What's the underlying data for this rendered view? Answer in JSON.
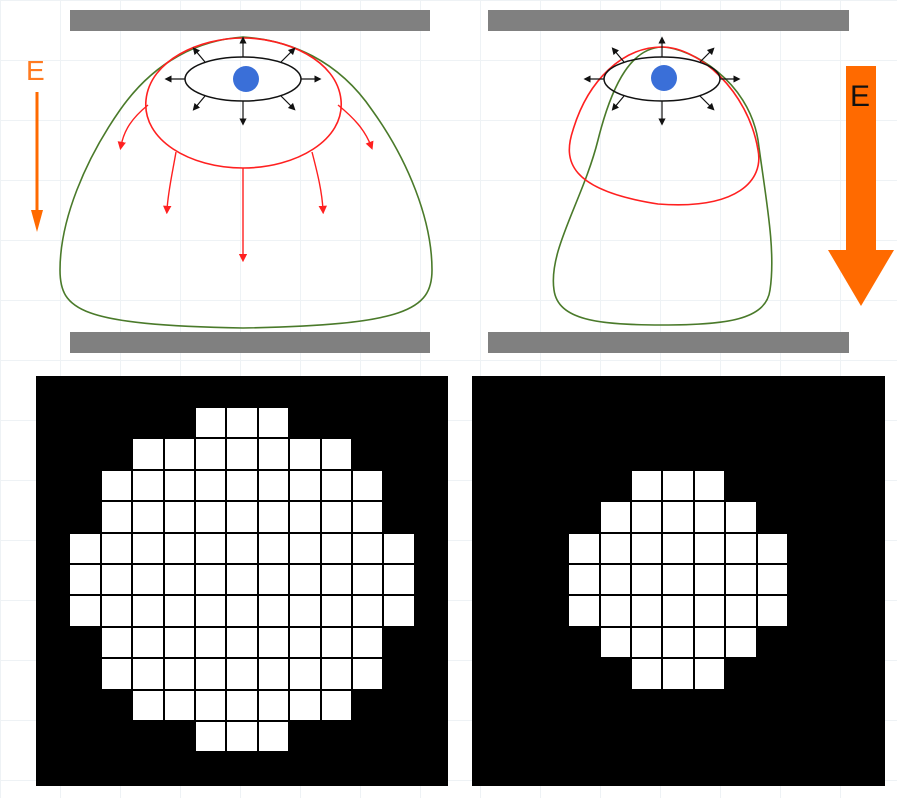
{
  "labels": {
    "field_small": "E",
    "field_large": "E"
  },
  "colors": {
    "electrode": "#808080",
    "droplet_outline": "#4a7a2a",
    "charge_region": "#ff3030",
    "particle": "#3a6fd8",
    "field_arrow": "#ff6a00",
    "flow_arrow_black": "#111111",
    "grid_on": "#ffffff",
    "grid_off": "#000000"
  },
  "pixel_grids": {
    "left_rows": [
      [
        0,
        0,
        0,
        0,
        0,
        1,
        1,
        1,
        0,
        0,
        0,
        0,
        0
      ],
      [
        0,
        0,
        0,
        1,
        1,
        1,
        1,
        1,
        1,
        1,
        0,
        0,
        0
      ],
      [
        0,
        0,
        1,
        1,
        1,
        1,
        1,
        1,
        1,
        1,
        1,
        0,
        0
      ],
      [
        0,
        0,
        1,
        1,
        1,
        1,
        1,
        1,
        1,
        1,
        1,
        0,
        0
      ],
      [
        0,
        1,
        1,
        1,
        1,
        1,
        1,
        1,
        1,
        1,
        1,
        1,
        0
      ],
      [
        0,
        1,
        1,
        1,
        1,
        1,
        1,
        1,
        1,
        1,
        1,
        1,
        0
      ],
      [
        0,
        1,
        1,
        1,
        1,
        1,
        1,
        1,
        1,
        1,
        1,
        1,
        0
      ],
      [
        0,
        0,
        1,
        1,
        1,
        1,
        1,
        1,
        1,
        1,
        1,
        0,
        0
      ],
      [
        0,
        0,
        1,
        1,
        1,
        1,
        1,
        1,
        1,
        1,
        1,
        0,
        0
      ],
      [
        0,
        0,
        0,
        1,
        1,
        1,
        1,
        1,
        1,
        1,
        0,
        0,
        0
      ],
      [
        0,
        0,
        0,
        0,
        0,
        1,
        1,
        1,
        0,
        0,
        0,
        0,
        0
      ]
    ],
    "right_rows": [
      [
        0,
        0,
        0,
        0,
        0,
        0,
        0,
        0,
        0,
        0,
        0,
        0,
        0
      ],
      [
        0,
        0,
        0,
        0,
        0,
        0,
        0,
        0,
        0,
        0,
        0,
        0,
        0
      ],
      [
        0,
        0,
        0,
        0,
        0,
        1,
        1,
        1,
        0,
        0,
        0,
        0,
        0
      ],
      [
        0,
        0,
        0,
        0,
        1,
        1,
        1,
        1,
        1,
        0,
        0,
        0,
        0
      ],
      [
        0,
        0,
        0,
        1,
        1,
        1,
        1,
        1,
        1,
        1,
        0,
        0,
        0
      ],
      [
        0,
        0,
        0,
        1,
        1,
        1,
        1,
        1,
        1,
        1,
        0,
        0,
        0
      ],
      [
        0,
        0,
        0,
        1,
        1,
        1,
        1,
        1,
        1,
        1,
        0,
        0,
        0
      ],
      [
        0,
        0,
        0,
        0,
        1,
        1,
        1,
        1,
        1,
        0,
        0,
        0,
        0
      ],
      [
        0,
        0,
        0,
        0,
        0,
        1,
        1,
        1,
        0,
        0,
        0,
        0,
        0
      ],
      [
        0,
        0,
        0,
        0,
        0,
        0,
        0,
        0,
        0,
        0,
        0,
        0,
        0
      ],
      [
        0,
        0,
        0,
        0,
        0,
        0,
        0,
        0,
        0,
        0,
        0,
        0,
        0
      ]
    ]
  }
}
